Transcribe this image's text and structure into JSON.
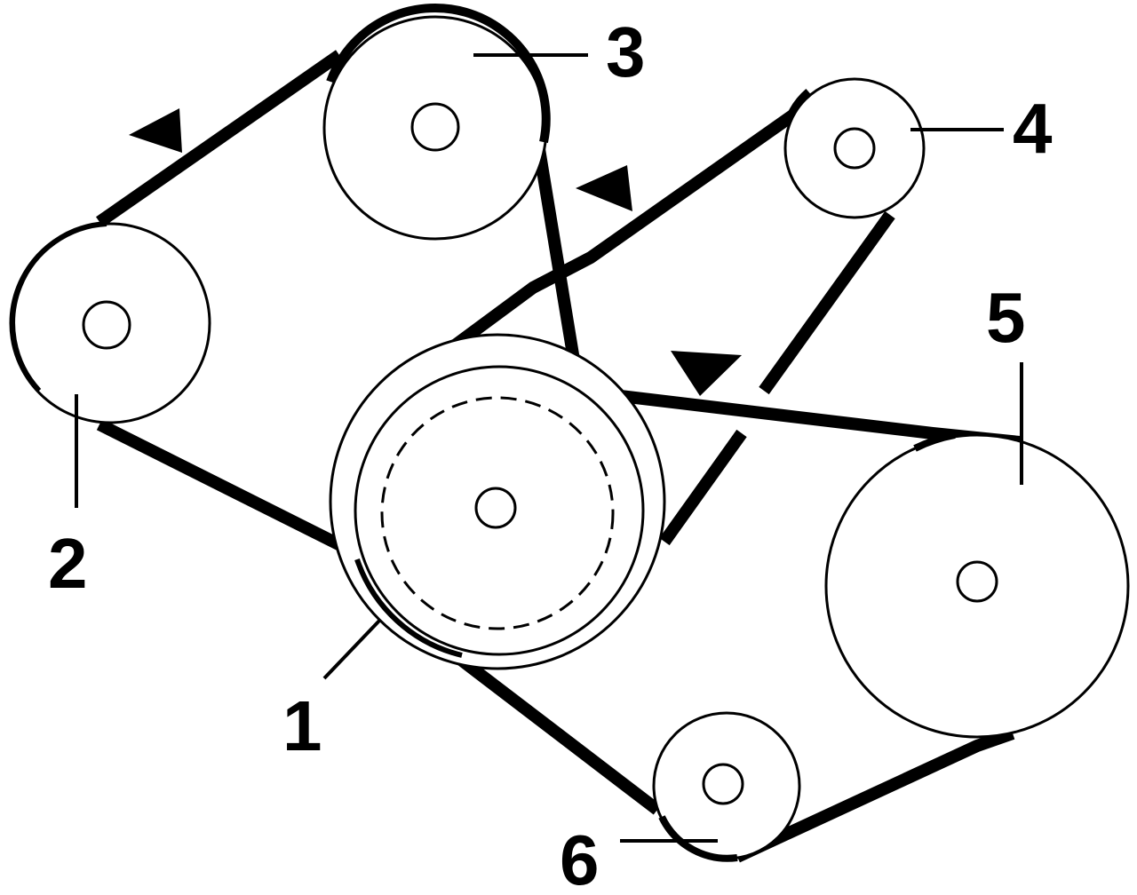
{
  "labels": {
    "pulley_1": "1",
    "pulley_2": "2",
    "pulley_3": "3",
    "pulley_4": "4",
    "pulley_5": "5",
    "pulley_6": "6"
  },
  "colors": {
    "ink": "#000000",
    "background": "#ffffff"
  },
  "elements": {
    "direction_arrows": 3,
    "pulleys": 6
  }
}
